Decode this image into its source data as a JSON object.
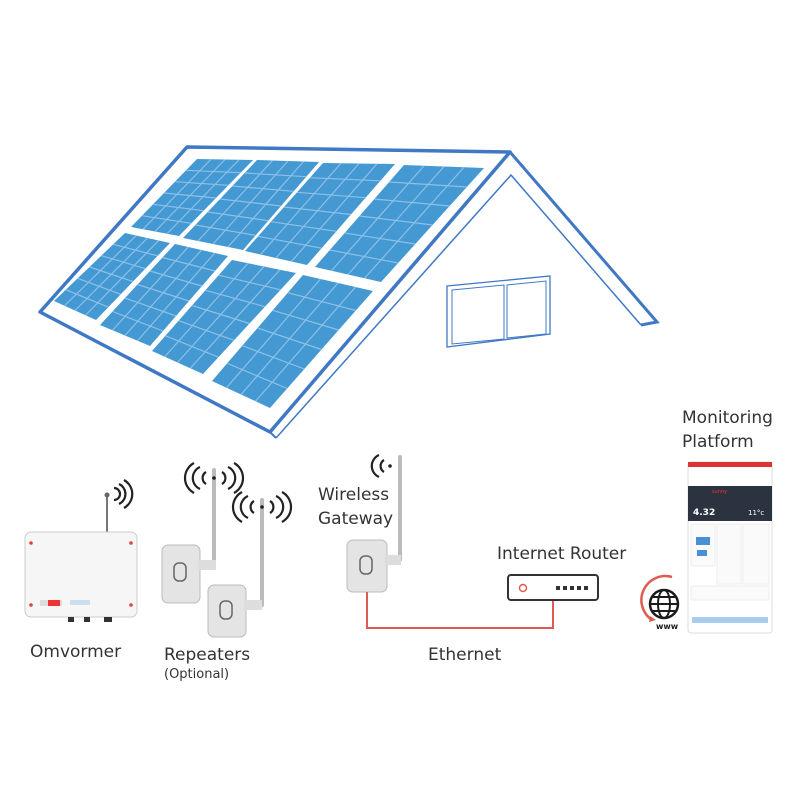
{
  "labels": {
    "inverter": "Omvormer",
    "repeaters": "Repeaters",
    "repeaters_note": "(Optional)",
    "gateway_line1": "Wireless",
    "gateway_line2": "Gateway",
    "router": "Internet Router",
    "ethernet": "Ethernet",
    "monitoring_line1": "Monitoring",
    "monitoring_line2": "Platform",
    "www": "www"
  },
  "phone": {
    "power": "4.32",
    "temperature": "11°c"
  },
  "colors": {
    "roof": "#3f78c4",
    "panel": "#4499d3",
    "ethernet": "#e05a52",
    "text": "#333333"
  }
}
